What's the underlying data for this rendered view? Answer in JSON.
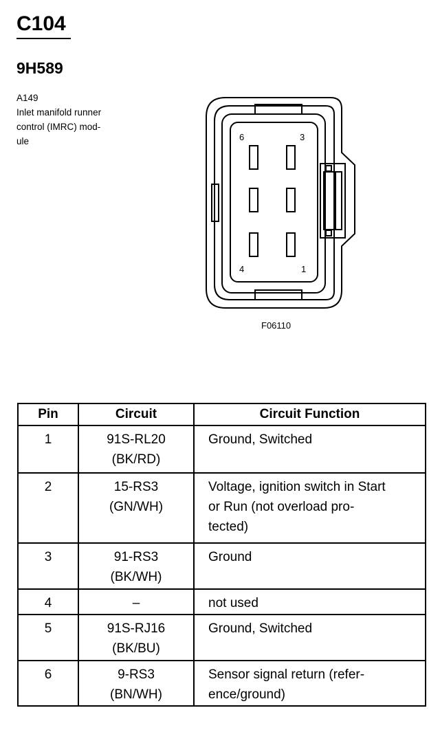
{
  "header": {
    "connector_id": "C104",
    "part_number": "9H589"
  },
  "description": {
    "lines": [
      "A149",
      "Inlet manifold runner",
      "control (IMRC) mod-",
      "ule"
    ]
  },
  "connector_diagram": {
    "pin_labels": {
      "top_left": "6",
      "top_right": "3",
      "bottom_left": "4",
      "bottom_right": "1"
    },
    "figure_id": "F06110"
  },
  "table": {
    "headers": [
      "Pin",
      "Circuit",
      "Circuit Function"
    ],
    "rows": [
      {
        "pin": "1",
        "circuit": [
          "91S-RL20",
          "(BK/RD)"
        ],
        "function": [
          "Ground, Switched"
        ]
      },
      {
        "pin": "2",
        "circuit": [
          "15-RS3",
          "(GN/WH)"
        ],
        "function": [
          "Voltage, ignition switch in Start",
          "or Run (not overload pro-",
          "tected)"
        ]
      },
      {
        "pin": "3",
        "circuit": [
          "91-RS3",
          "(BK/WH)"
        ],
        "function": [
          "Ground"
        ]
      },
      {
        "pin": "4",
        "circuit": [
          "–"
        ],
        "function": [
          "not used"
        ]
      },
      {
        "pin": "5",
        "circuit": [
          "91S-RJ16",
          "(BK/BU)"
        ],
        "function": [
          "Ground, Switched"
        ]
      },
      {
        "pin": "6",
        "circuit": [
          "9-RS3",
          "(BN/WH)"
        ],
        "function": [
          "Sensor signal return (refer-",
          "ence/ground)"
        ]
      }
    ]
  }
}
